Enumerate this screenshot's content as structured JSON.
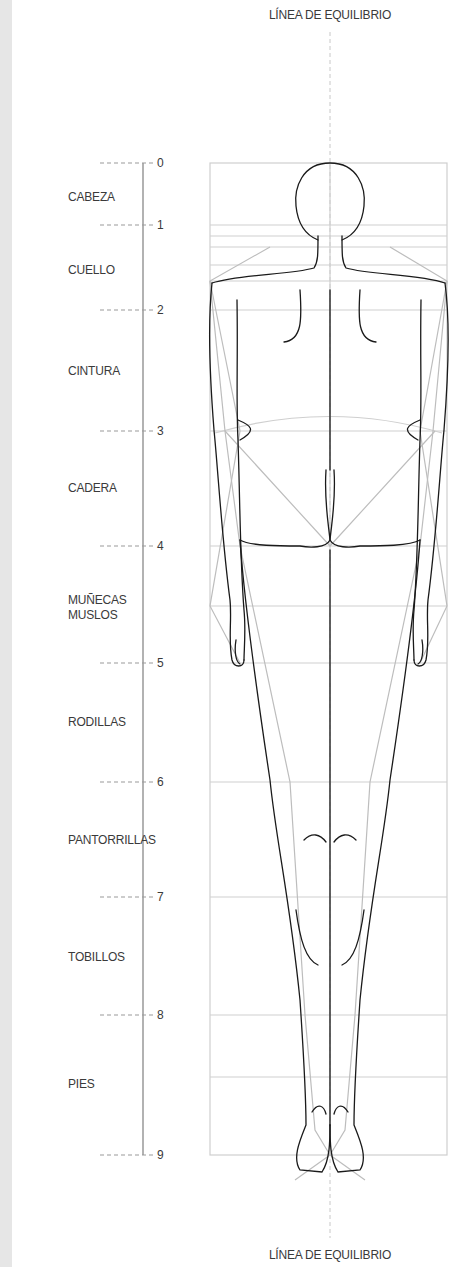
{
  "diagram": {
    "labels": [
      "LÍNEA DE EQUILIBRIO",
      "0",
      "CABEZA",
      "1",
      "CUELLO",
      "2",
      "CINTURA",
      "3",
      "CADERA",
      "4",
      "MUÑECAS",
      "MUSLOS",
      "5",
      "RODILLAS",
      "6",
      "PANTORRILLAS",
      "7",
      "TOBILLOS",
      "8",
      "PIES",
      "9",
      "LÍNEA DE EQUILIBRIO"
    ]
  }
}
